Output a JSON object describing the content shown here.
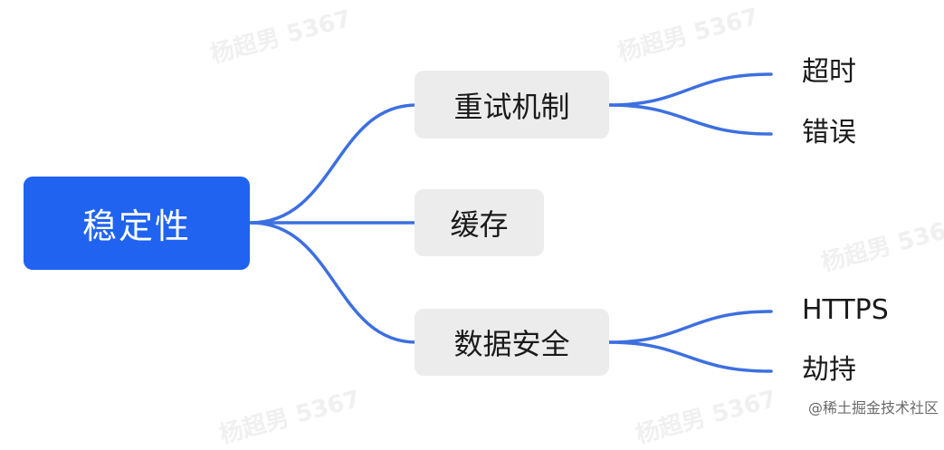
{
  "diagram": {
    "root": {
      "label": "稳定性",
      "color": "#1f63f0",
      "text_color": "#ffffff"
    },
    "branches": [
      {
        "label": "重试机制",
        "children": [
          "超时",
          "错误"
        ]
      },
      {
        "label": "缓存",
        "children": []
      },
      {
        "label": "数据安全",
        "children": [
          "HTTPS",
          "劫持"
        ]
      }
    ],
    "link_color": "#3d6fe0",
    "branch_fill": "#ececed"
  },
  "watermark": {
    "text": "杨超男 5367"
  },
  "credit": "@稀土掘金技术社区"
}
